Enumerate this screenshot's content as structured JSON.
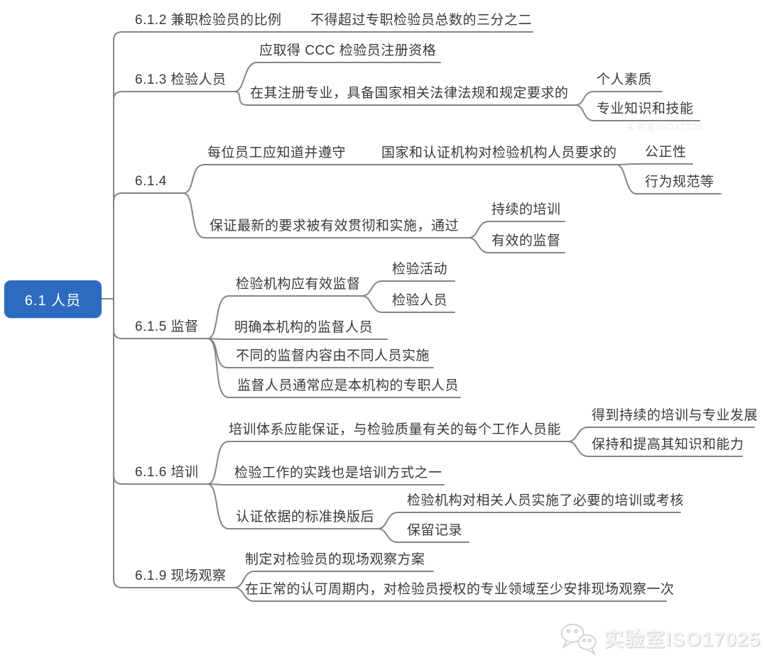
{
  "mindmap": {
    "root": {
      "label": "6.1 人员"
    },
    "branches": [
      {
        "label": "6.1.2 兼职检验员的比例",
        "children": [
          {
            "label": "不得超过专职检验员总数的三分之二"
          }
        ]
      },
      {
        "label": "6.1.3 检验人员",
        "children": [
          {
            "label": "应取得 CCC 检验员注册资格"
          },
          {
            "label": "在其注册专业，具备国家相关法律法规和规定要求的",
            "children": [
              {
                "label": "个人素质"
              },
              {
                "label": "专业知识和技能"
              }
            ]
          }
        ]
      },
      {
        "label": "6.1.4",
        "children": [
          {
            "label": "每位员工应知道并遵守",
            "children": [
              {
                "label": "国家和认证机构对检验机构人员要求的",
                "children": [
                  {
                    "label": "公正性"
                  },
                  {
                    "label": "行为规范等"
                  }
                ]
              }
            ]
          },
          {
            "label": "保证最新的要求被有效贯彻和实施，通过",
            "children": [
              {
                "label": "持续的培训"
              },
              {
                "label": "有效的监督"
              }
            ]
          }
        ]
      },
      {
        "label": "6.1.5 监督",
        "children": [
          {
            "label": "检验机构应有效监督",
            "children": [
              {
                "label": "检验活动"
              },
              {
                "label": "检验人员"
              }
            ]
          },
          {
            "label": "明确本机构的监督人员"
          },
          {
            "label": "不同的监督内容由不同人员实施"
          },
          {
            "label": "监督人员通常应是本机构的专职人员"
          }
        ]
      },
      {
        "label": "6.1.6 培训",
        "children": [
          {
            "label": "培训体系应能保证，与检验质量有关的每个工作人员能",
            "children": [
              {
                "label": "得到持续的培训与专业发展"
              },
              {
                "label": "保持和提高其知识和能力"
              }
            ]
          },
          {
            "label": "检验工作的实践也是培训方式之一"
          },
          {
            "label": "认证依据的标准换版后",
            "children": [
              {
                "label": "检验机构对相关人员实施了必要的培训或考核"
              },
              {
                "label": "保留记录"
              }
            ]
          }
        ]
      },
      {
        "label": "6.1.9 现场观察",
        "children": [
          {
            "label": "制定对检验员的现场观察方案"
          },
          {
            "label": "在正常的认可周期内，对检验员授权的专业领域至少安排现场观察一次"
          }
        ]
      }
    ]
  },
  "watermark": {
    "text": "实验室ISO17025",
    "icon": "wechat-icon"
  },
  "colors": {
    "root_fill": "#2E6BC0",
    "connector_line": "#858585",
    "node_text": "#3A3A3A",
    "watermark": "#D9D9D9"
  }
}
